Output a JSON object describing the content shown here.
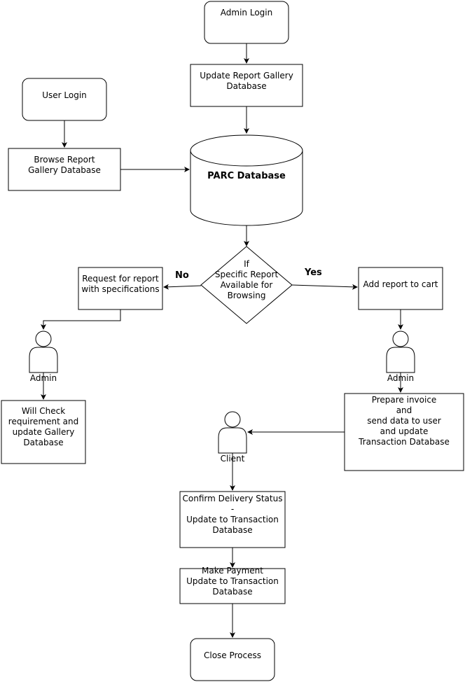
{
  "nodes": {
    "admin_login": {
      "lines": [
        "Admin Login"
      ]
    },
    "update_gallery": {
      "lines": [
        "Update Report Gallery",
        "Database"
      ]
    },
    "user_login": {
      "lines": [
        "User Login"
      ]
    },
    "browse_gallery": {
      "lines": [
        "Browse Report",
        "Gallery Database"
      ]
    },
    "parc_db": {
      "lines": [
        "PARC Database"
      ]
    },
    "decision": {
      "lines": [
        "If",
        "Specific Report",
        "Available for",
        "Browsing"
      ]
    },
    "request_report": {
      "lines": [
        "Request for report",
        "with specifications"
      ]
    },
    "add_cart": {
      "lines": [
        "Add report to cart"
      ]
    },
    "admin_left": {
      "lines": [
        "Admin"
      ]
    },
    "admin_right": {
      "lines": [
        "Admin"
      ]
    },
    "will_check": {
      "lines": [
        "Will Check",
        "requirement and",
        "update Gallery",
        "Database"
      ]
    },
    "prepare_invoice": {
      "lines": [
        "Prepare invoice",
        "and",
        "send data to user",
        "and update",
        "Transaction Database"
      ]
    },
    "client": {
      "lines": [
        "Client"
      ]
    },
    "confirm_delivery": {
      "lines": [
        "Confirm Delivery Status",
        "-",
        "Update to Transaction",
        "Database"
      ]
    },
    "make_payment": {
      "lines": [
        "Make Payment",
        "Update to Transaction",
        "Database"
      ]
    },
    "close_process": {
      "lines": [
        "Close Process"
      ]
    }
  },
  "edge_labels": {
    "no": "No",
    "yes": "Yes"
  }
}
